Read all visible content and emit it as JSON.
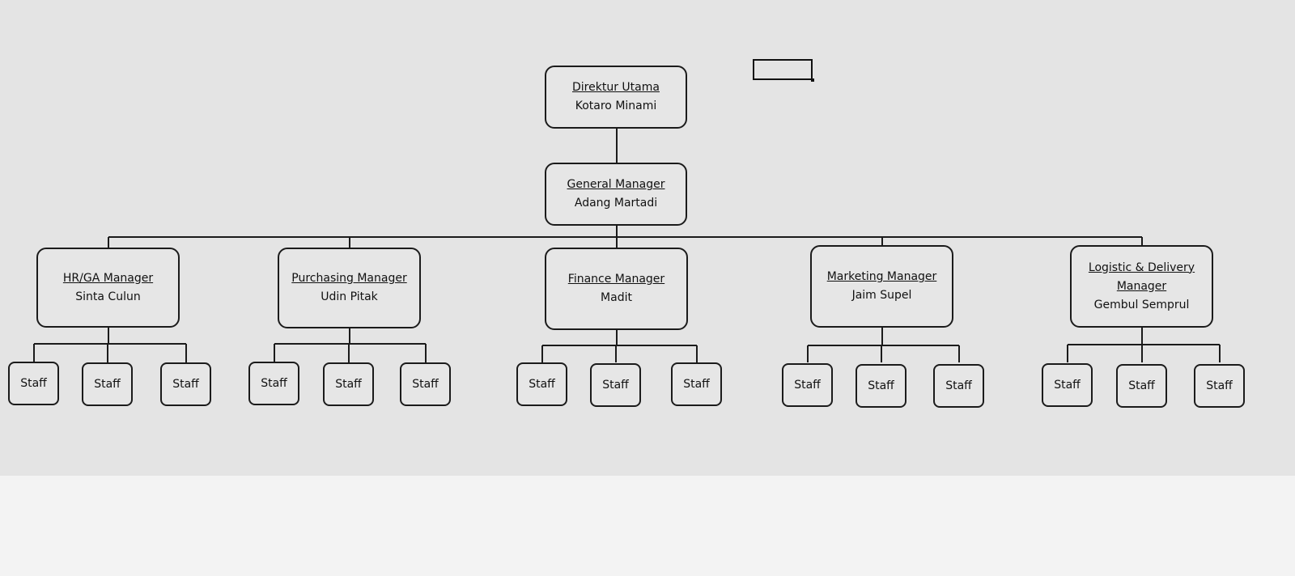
{
  "chart": {
    "top": {
      "title": "Direktur Utama",
      "name": "Kotaro Minami"
    },
    "gm": {
      "title": "General Manager",
      "name": "Adang Martadi"
    },
    "managers": [
      {
        "title": "HR/GA Manager",
        "name": "Sinta Culun",
        "staff": [
          "Staff",
          "Staff",
          "Staff"
        ]
      },
      {
        "title": "Purchasing Manager",
        "name": "Udin Pitak",
        "staff": [
          "Staff",
          "Staff",
          "Staff"
        ]
      },
      {
        "title": "Finance Manager",
        "name": "Madit",
        "staff": [
          "Staff",
          "Staff",
          "Staff"
        ]
      },
      {
        "title": "Marketing Manager",
        "name": "Jaim Supel",
        "staff": [
          "Staff",
          "Staff",
          "Staff"
        ]
      },
      {
        "title": "Logistic & Delivery Manager",
        "name": "Gembul Semprul",
        "staff": [
          "Staff",
          "Staff",
          "Staff"
        ]
      }
    ]
  },
  "colors": {
    "line": "#1b1b1b",
    "canvas": "#e4e4e4",
    "page": "#f3f3f3"
  }
}
